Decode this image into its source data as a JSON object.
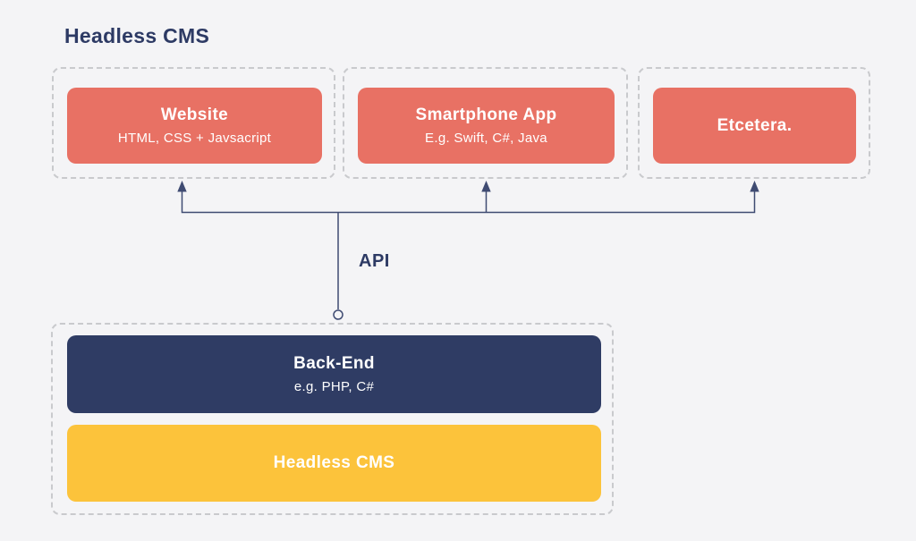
{
  "colors": {
    "background": "#f4f4f6",
    "frontend_box": "#e87164",
    "backend_box": "#2f3c64",
    "cms_box": "#fcc33b",
    "connector": "#3f4b72",
    "heading_text": "#2d3a64",
    "box_text": "#ffffff",
    "dashed_border": "#c9cacd"
  },
  "header": {
    "title": "Headless CMS"
  },
  "connector": {
    "api_label": "API"
  },
  "frontends": [
    {
      "title": "Website",
      "subtitle": "HTML, CSS + Javsacript"
    },
    {
      "title": "Smartphone App",
      "subtitle": "E.g. Swift, C#, Java"
    },
    {
      "title": "Etcetera."
    }
  ],
  "backend": {
    "backend_title": "Back-End",
    "backend_subtitle": "e.g. PHP, C#",
    "cms_title": "Headless CMS"
  }
}
